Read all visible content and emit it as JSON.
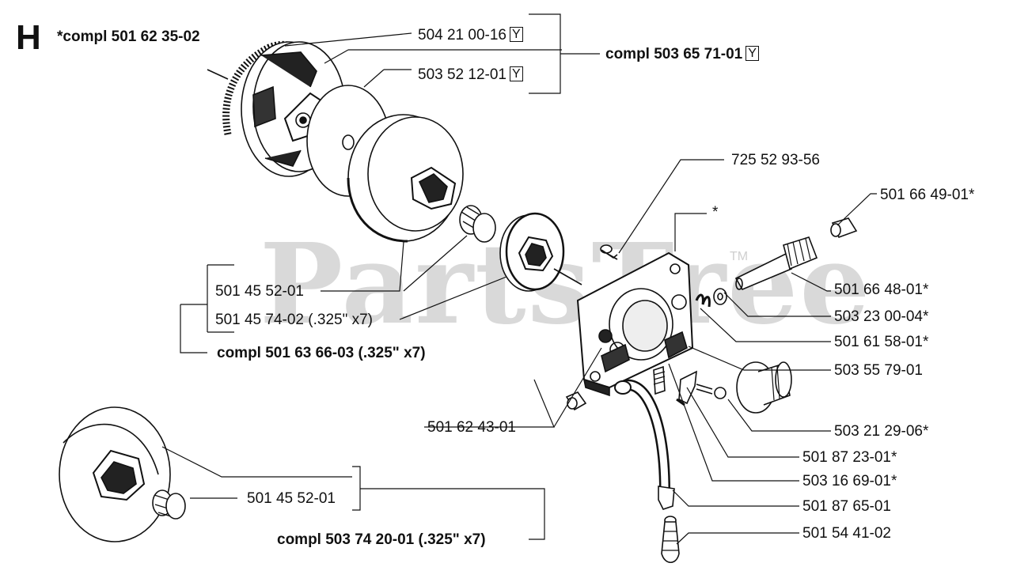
{
  "section_letter": "H",
  "watermark": {
    "text": "PartsTree",
    "tm": "TM"
  },
  "labels": {
    "compl_501_62_35_02": "*compl 501 62 35-02",
    "p504_21_00_16": "504 21 00-16",
    "p503_52_12_01": "503 52 12-01",
    "compl_503_65_71_01": "compl 503 65 71-01",
    "y_marker": "Y",
    "p725_52_93_56": "725 52 93-56",
    "star": "*",
    "p501_66_49_01": "501 66 49-01*",
    "p501_66_48_01": "501 66 48-01*",
    "p503_23_00_04": "503 23 00-04*",
    "p501_61_58_01": "501 61 58-01*",
    "p503_55_79_01": "503 55 79-01",
    "p503_21_29_06": "503 21 29-06*",
    "p501_87_23_01": "501 87 23-01*",
    "p503_16_69_01": "503 16 69-01*",
    "p501_87_65_01": "501 87 65-01",
    "p501_54_41_02": "501 54 41-02",
    "p501_62_43_01": "501 62 43-01",
    "p501_45_52_01_top": "501 45 52-01",
    "p501_45_74_02": "501 45 74-02 (.325\" x7)",
    "compl_501_63_66_03": "compl 501 63 66-03 (.325\" x7)",
    "p501_45_52_01_bottom": "501 45 52-01",
    "compl_503_74_20_01": "compl 503 74 20-01 (.325\" x7)"
  }
}
